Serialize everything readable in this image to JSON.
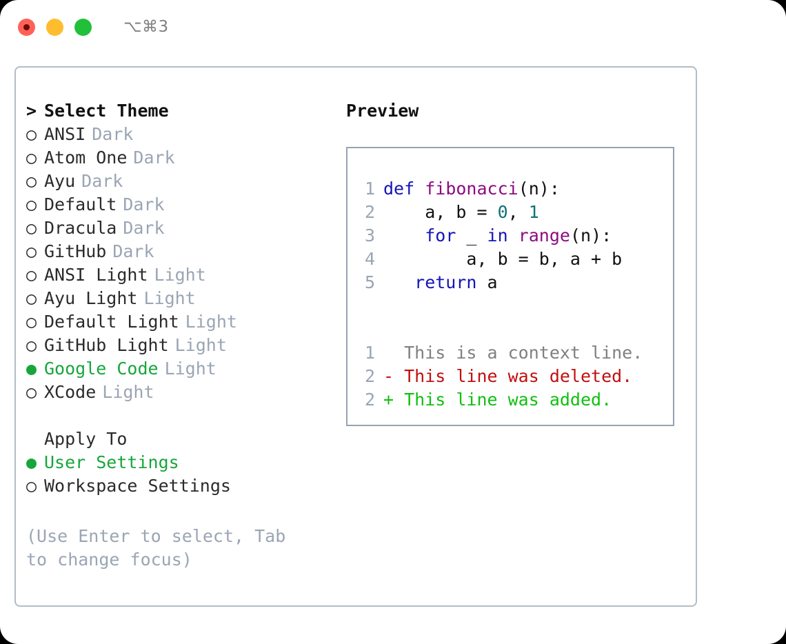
{
  "window": {
    "title": "⌥⌘3",
    "traffic_lights": [
      "close-red",
      "minimize-amber",
      "maximize-green"
    ]
  },
  "theme_picker": {
    "header": {
      "caret": ">",
      "label": "Select Theme"
    },
    "items": [
      {
        "marker": "○",
        "label": "ANSI",
        "variant": "Dark",
        "selected": false
      },
      {
        "marker": "○",
        "label": "Atom One",
        "variant": "Dark",
        "selected": false
      },
      {
        "marker": "○",
        "label": "Ayu",
        "variant": "Dark",
        "selected": false
      },
      {
        "marker": "○",
        "label": "Default",
        "variant": "Dark",
        "selected": false
      },
      {
        "marker": "○",
        "label": "Dracula",
        "variant": "Dark",
        "selected": false
      },
      {
        "marker": "○",
        "label": "GitHub",
        "variant": "Dark",
        "selected": false
      },
      {
        "marker": "○",
        "label": "ANSI Light",
        "variant": "Light",
        "selected": false
      },
      {
        "marker": "○",
        "label": "Ayu Light",
        "variant": "Light",
        "selected": false
      },
      {
        "marker": "○",
        "label": "Default Light",
        "variant": "Light",
        "selected": false
      },
      {
        "marker": "○",
        "label": "GitHub Light",
        "variant": "Light",
        "selected": false
      },
      {
        "marker": "●",
        "label": "Google Code",
        "variant": "Light",
        "selected": true
      },
      {
        "marker": "○",
        "label": "XCode",
        "variant": "Light",
        "selected": false
      }
    ]
  },
  "apply_to": {
    "header": "Apply To",
    "items": [
      {
        "marker": "●",
        "label": "User Settings",
        "selected": true
      },
      {
        "marker": "○",
        "label": "Workspace Settings",
        "selected": false
      }
    ]
  },
  "hint": "(Use Enter to select, Tab to change focus)",
  "preview": {
    "title": "Preview",
    "code_lines": [
      {
        "lno": "1",
        "tokens": [
          {
            "t": "def ",
            "c": "tok-kw"
          },
          {
            "t": "fibonacci",
            "c": "tok-fn"
          },
          {
            "t": "(n):",
            "c": "tok-pl"
          }
        ]
      },
      {
        "lno": "2",
        "tokens": [
          {
            "t": "    a, b = ",
            "c": "tok-pl"
          },
          {
            "t": "0",
            "c": "tok-num"
          },
          {
            "t": ", ",
            "c": "tok-pl"
          },
          {
            "t": "1",
            "c": "tok-num"
          }
        ]
      },
      {
        "lno": "3",
        "tokens": [
          {
            "t": "    ",
            "c": "tok-pl"
          },
          {
            "t": "for",
            "c": "tok-kw"
          },
          {
            "t": " _ ",
            "c": "tok-pl"
          },
          {
            "t": "in",
            "c": "tok-kw"
          },
          {
            "t": " ",
            "c": "tok-pl"
          },
          {
            "t": "range",
            "c": "tok-fn"
          },
          {
            "t": "(n):",
            "c": "tok-pl"
          }
        ]
      },
      {
        "lno": "4",
        "tokens": [
          {
            "t": "        a, b = b, a + b",
            "c": "tok-pl"
          }
        ]
      },
      {
        "lno": "5",
        "tokens": [
          {
            "t": "   ",
            "c": "tok-pl"
          },
          {
            "t": "return",
            "c": "tok-kw"
          },
          {
            "t": " a",
            "c": "tok-pl"
          }
        ]
      }
    ],
    "diff_lines": [
      {
        "lno": "1",
        "sign": "  ",
        "text": "This is a context line.",
        "cls": "tok-ctx"
      },
      {
        "lno": "2",
        "sign": "- ",
        "text": "This line was deleted.",
        "cls": "tok-del"
      },
      {
        "lno": "2",
        "sign": "+ ",
        "text": "This line was added.",
        "cls": "tok-add"
      }
    ]
  },
  "colors": {
    "accent_green": "#16a63c",
    "muted": "#9aa5b4",
    "border": "#b2bcc8",
    "code_border": "#95a2b3",
    "keyword": "#1414b8",
    "function": "#8d0b80",
    "number": "#0d7377",
    "diff_added": "#10c010",
    "diff_deleted": "#c20f0f",
    "light_red": "#ff6159",
    "light_amber": "#ffbd2e",
    "light_green": "#21c03a"
  }
}
